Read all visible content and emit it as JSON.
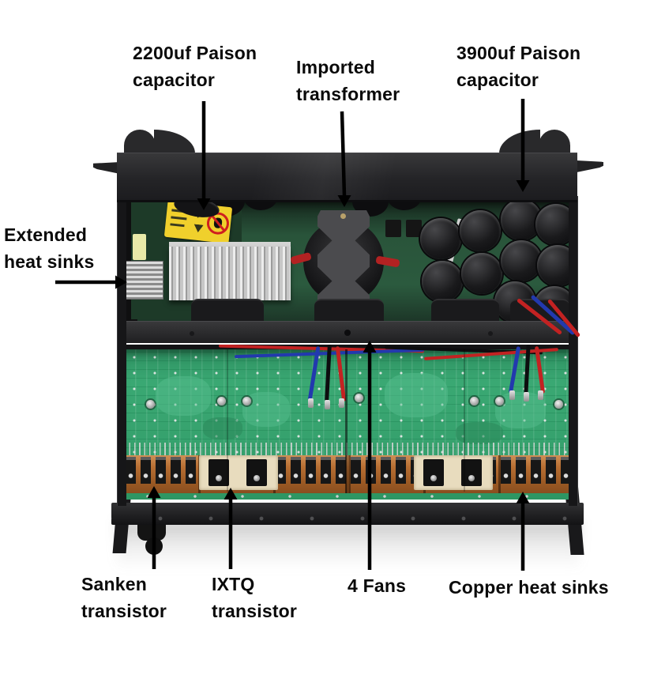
{
  "annotations": {
    "cap2200": {
      "label": "2200uf Paison\ncapacitor"
    },
    "transformer": {
      "label": "Imported\ntransformer"
    },
    "cap3900": {
      "label": "3900uf Paison\ncapacitor"
    },
    "extended_heatsinks": {
      "label": "Extended\nheat sinks"
    },
    "sanken": {
      "label": "Sanken\ntransistor"
    },
    "ixtq": {
      "label": "IXTQ\ntransistor"
    },
    "fans": {
      "label": "4 Fans"
    },
    "copper_heatsinks": {
      "label": "Copper heat sinks"
    }
  },
  "colors": {
    "background": "#ffffff",
    "label_text": "#0a0a0a",
    "chassis_black": "#1e1e20",
    "front_panel_gray": "#2c2c2e",
    "pcb_upper_green": "#2a523a",
    "pcb_lower_green": "#38a471",
    "copper_heatsink": "#b5713a",
    "aluminum_heatsink": "#c6c6c6",
    "warning_sticker_yellow": "#f0d02c",
    "wire_red": "#c22222",
    "wire_blue": "#2239ae"
  }
}
